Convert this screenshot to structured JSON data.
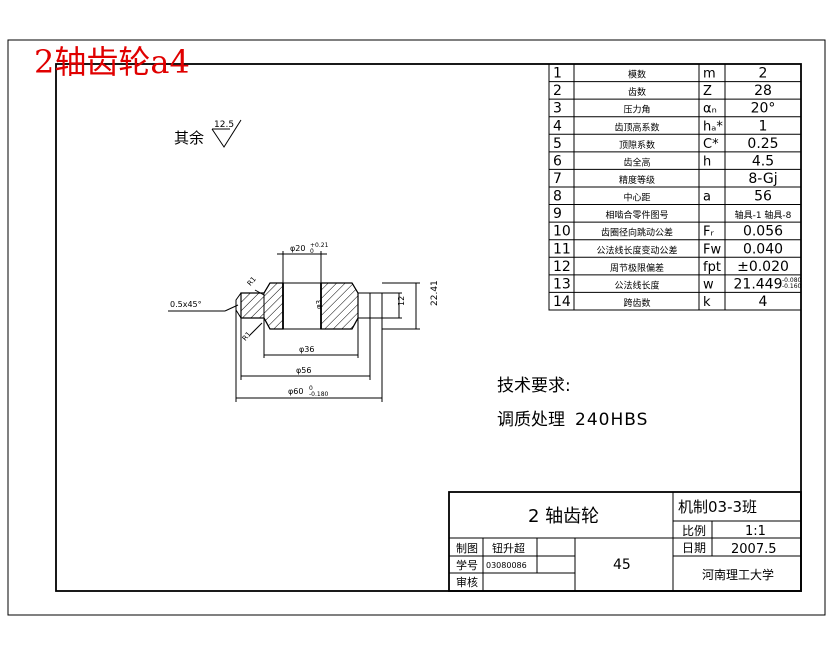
{
  "overlay_title": "2轴齿轮a4",
  "colors": {
    "overlay_title": "#e00000",
    "ink": "#000000"
  },
  "param_table": {
    "rows": [
      {
        "no": "1",
        "name": "模数",
        "sym": "m",
        "value": "2"
      },
      {
        "no": "2",
        "name": "齿数",
        "sym": "Z",
        "value": "28"
      },
      {
        "no": "3",
        "name": "压力角",
        "sym": "αₙ",
        "value": "20°"
      },
      {
        "no": "4",
        "name": "齿顶高系数",
        "sym": "hₐ*",
        "value": "1"
      },
      {
        "no": "5",
        "name": "顶隙系数",
        "sym": "C*",
        "value": "0.25"
      },
      {
        "no": "6",
        "name": "齿全高",
        "sym": "h",
        "value": "4.5"
      },
      {
        "no": "7",
        "name": "精度等级",
        "sym": "",
        "value": "8-Gj"
      },
      {
        "no": "8",
        "name": "中心距",
        "sym": "a",
        "value": "56"
      },
      {
        "no": "9",
        "name": "相啮合零件图号",
        "sym": "",
        "value": "轴具-1  轴具-8"
      },
      {
        "no": "10",
        "name": "齿圈径向跳动公差",
        "sym": "Fᵣ",
        "value": "0.056"
      },
      {
        "no": "11",
        "name": "公法线长度变动公差",
        "sym": "Fw",
        "value": "0.040"
      },
      {
        "no": "12",
        "name": "周节极限偏差",
        "sym": "fpt",
        "value": "±0.020"
      },
      {
        "no": "13",
        "name": "公法线长度",
        "sym": "w",
        "value": "21.449",
        "tol_upper": "-0.080",
        "tol_lower": "-0.160"
      },
      {
        "no": "14",
        "name": "跨齿数",
        "sym": "k",
        "value": "4"
      }
    ]
  },
  "roughness": {
    "label": "其余",
    "value": "12.5"
  },
  "dimensions": {
    "bore_dia": "φ20",
    "bore_tol_upper": "+0.21",
    "bore_tol_lower": "0",
    "hub_dia": "φ36",
    "dia_56": "φ56",
    "outer_dia": "φ60",
    "outer_tol_upper": "0",
    "outer_tol_lower": "-0.180",
    "width": "22.41",
    "hub_width": "12",
    "chamfer": "0.5x45°",
    "fillet_top": "R1",
    "fillet_bottom": "R1",
    "center_mark": "φ3"
  },
  "tech_req": {
    "title": "技术要求:",
    "line1_label": "调质处理",
    "line1_value": "240HBS"
  },
  "title_block": {
    "part_name": "2 轴齿轮",
    "class_label": "机制03-3班",
    "scale_label": "比例",
    "scale_value": "1:1",
    "date_label": "日期",
    "date_value": "2007.5",
    "drawn_label": "制图",
    "drawn_value": "钮升超",
    "student_no_label": "学号",
    "student_no_value": "03080086",
    "reviewer_label": "审核",
    "material": "45",
    "school": "河南理工大学"
  }
}
